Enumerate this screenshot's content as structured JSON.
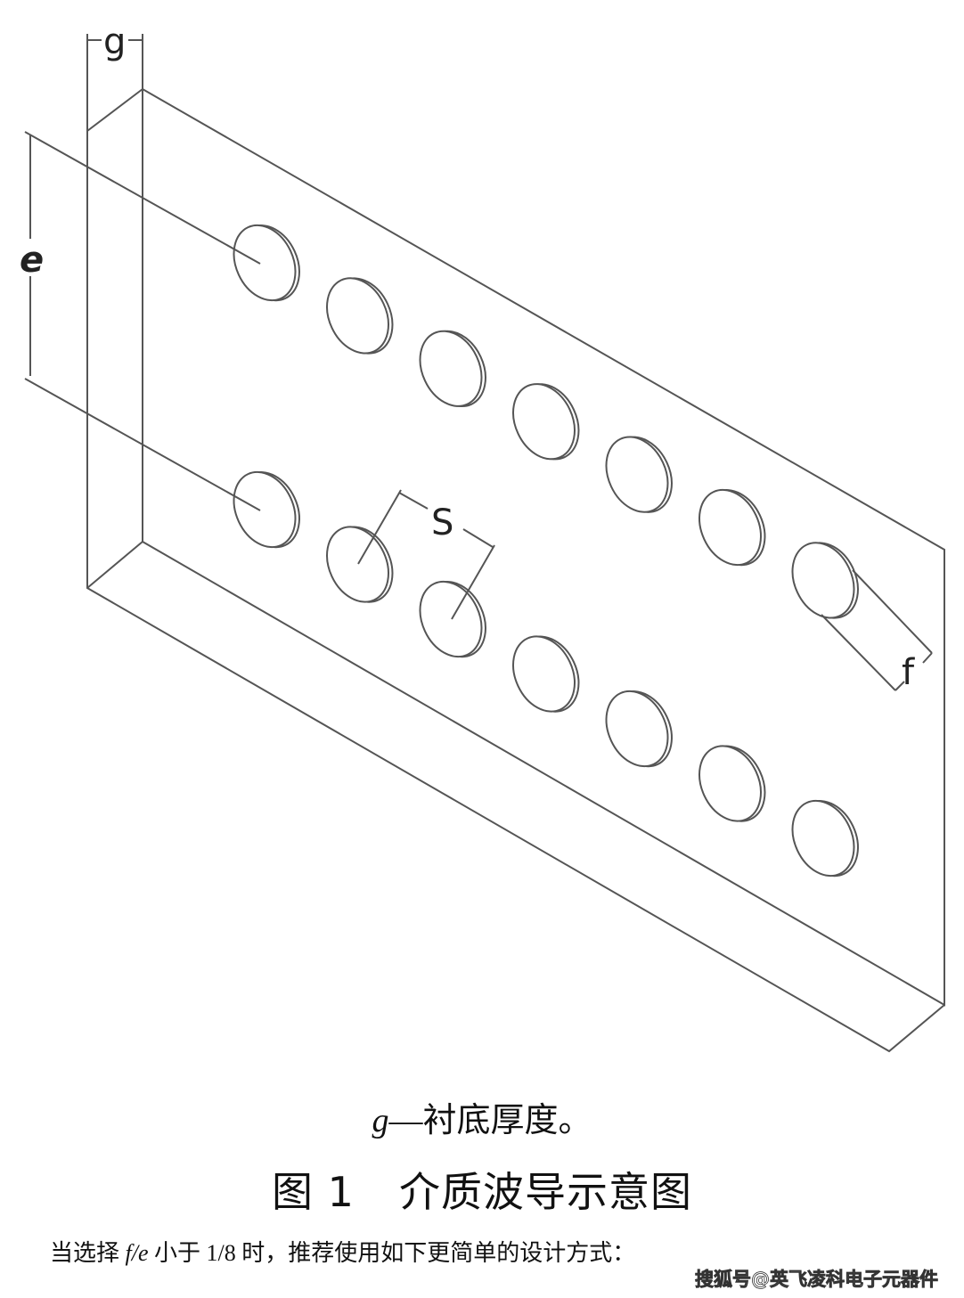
{
  "diagram": {
    "labels": {
      "g": "g",
      "e": "e",
      "s": "S",
      "f": "f"
    },
    "hole_rows": 2,
    "holes_per_row": 7,
    "line_color": "#555555"
  },
  "legend": {
    "symbol": "g",
    "dash": "—",
    "text": "衬底厚度",
    "end": "。"
  },
  "caption": {
    "number": "图 1",
    "title": "介质波导示意图"
  },
  "paragraph": {
    "pre": "当选择 ",
    "var": "f/e",
    "post": " 小于 1/8 时，推荐使用如下更简单的设计方式："
  },
  "watermark": "搜狐号@英飞凌科电子元器件"
}
